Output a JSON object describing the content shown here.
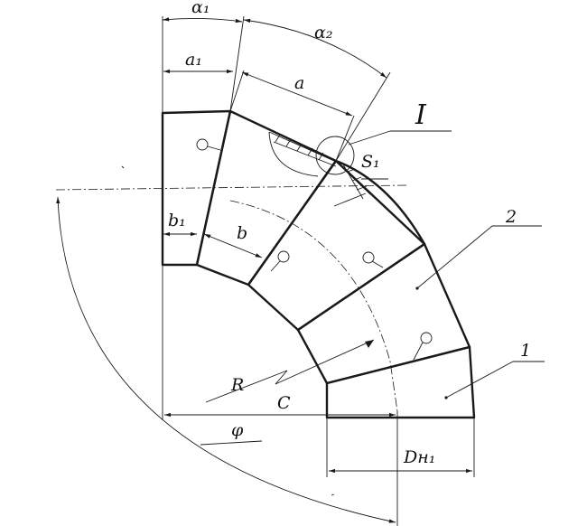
{
  "labels": {
    "alpha1": "α₁",
    "alpha2": "α₂",
    "a1": "a₁",
    "a": "a",
    "detail": "I",
    "s1": "S₁",
    "b1": "b₁",
    "b": "b",
    "part2": "2",
    "part1": "1",
    "R": "R",
    "C": "C",
    "phi": "φ",
    "DH1": "Dн₁"
  },
  "colors": {
    "line": "#1a1a1a",
    "background": "#ffffff"
  }
}
